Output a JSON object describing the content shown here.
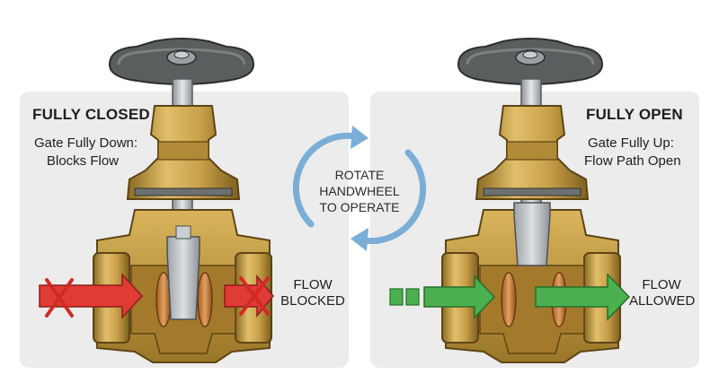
{
  "left_panel": {
    "title": "FULLY CLOSED",
    "desc_line1": "Gate Fully Down:",
    "desc_line2": "Blocks Flow",
    "flow_line1": "FLOW",
    "flow_line2": "BLOCKED"
  },
  "right_panel": {
    "title": "FULLY OPEN",
    "desc_line1": "Gate Fully Up:",
    "desc_line2": "Flow Path Open",
    "flow_line1": "FLOW",
    "flow_line2": "ALLOWED"
  },
  "center": {
    "line1": "ROTATE",
    "line2": "HANDWHEEL",
    "line3": "TO OPERATE"
  },
  "colors": {
    "brass": "#c9a04a",
    "brass_dark": "#8a6a22",
    "handwheel": "#5a5e5e",
    "stem": "#b8bcc0",
    "blocked_arrow": "#e03b34",
    "allowed_arrow": "#4caf50",
    "rotate_arrow": "#7aaed6"
  }
}
